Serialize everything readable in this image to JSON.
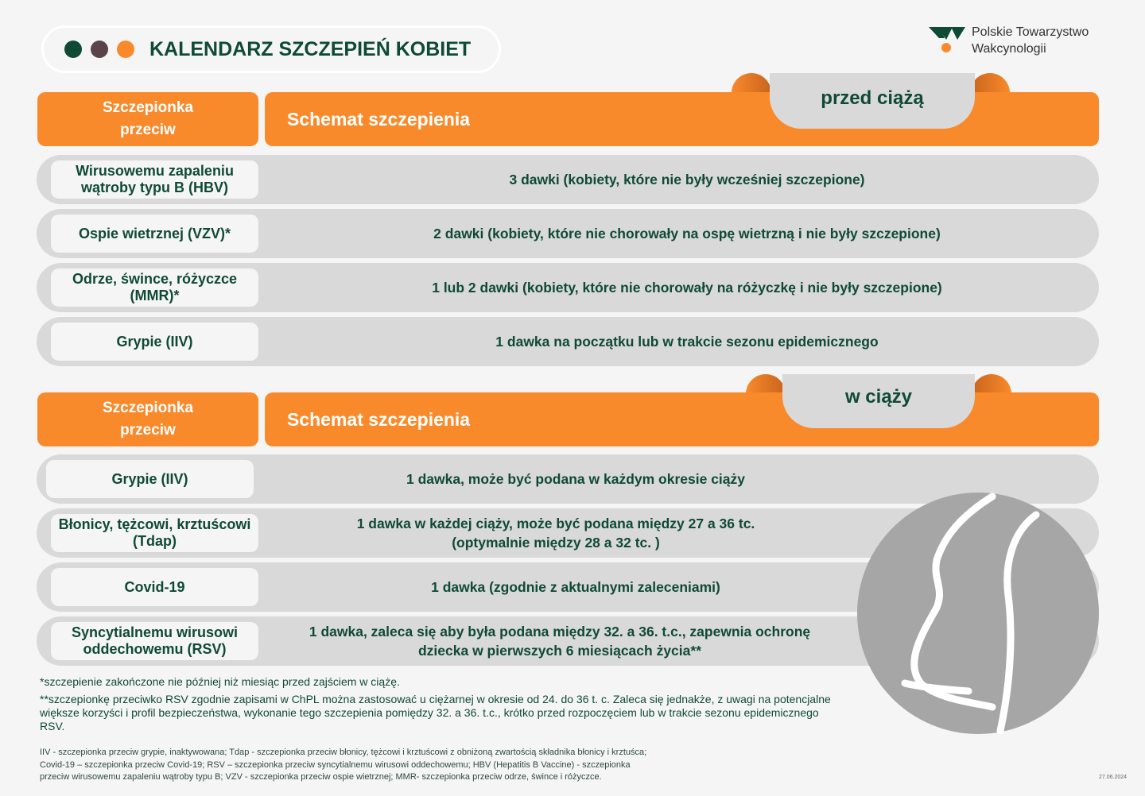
{
  "header": {
    "title": "KALENDARZ SZCZEPIEŃ KOBIET",
    "dots": [
      "#0f4a35",
      "#5a4349",
      "#f98a2b"
    ]
  },
  "logo": {
    "line1": "Polskie Towarzystwo",
    "line2": "Wakcynologii"
  },
  "colors": {
    "orange": "#f98a2b",
    "green": "#0f4a35",
    "gray": "#d9d9d9"
  },
  "sections": [
    {
      "tab": "przed ciążą",
      "col1": "Szczepionka przeciw",
      "col2": "Schemat szczepienia",
      "rows": [
        {
          "vaccine": "Wirusowemu zapaleniu wątroby typu B (HBV)",
          "schedule": "3 dawki (kobiety, które nie były wcześniej szczepione)"
        },
        {
          "vaccine": "Ospie wietrznej (VZV)*",
          "schedule": "2 dawki (kobiety, które nie chorowały na ospę wietrzną i nie były szczepione)"
        },
        {
          "vaccine": "Odrze, śwince, różyczce (MMR)*",
          "schedule": "1 lub 2 dawki (kobiety, które nie chorowały na różyczkę i nie były szczepione)"
        },
        {
          "vaccine": "Grypie (IIV)",
          "schedule": "1 dawka na początku lub w trakcie sezonu epidemicznego"
        }
      ]
    },
    {
      "tab": "w ciąży",
      "col1": "Szczepionka przeciw",
      "col2": "Schemat szczepienia",
      "rows": [
        {
          "vaccine": "Grypie (IIV)",
          "schedule": "1 dawka, może być podana w każdym okresie ciąży"
        },
        {
          "vaccine": "Błonicy, tężcowi, krztuścowi (Tdap)",
          "schedule": "1 dawka w każdej ciąży, może być podana między 27 a 36 tc. (optymalnie między 28 a 32 tc. )"
        },
        {
          "vaccine": "Covid-19",
          "schedule": "1 dawka (zgodnie z aktualnymi zaleceniami)"
        },
        {
          "vaccine": "Syncytialnemu wirusowi oddechowemu (RSV)",
          "schedule": "1 dawka, zaleca się aby była podana między 32. a 36. t.c., zapewnia ochronę dziecka w pierwszych 6 miesiącach życia**"
        }
      ]
    }
  ],
  "footnotes": [
    "*szczepienie zakończone nie później niż miesiąc przed zajściem w ciążę.",
    "**szczepionkę przeciwko RSV zgodnie zapisami w ChPL można zastosować u ciężarnej w okresie od 24. do 36 t. c. Zaleca się jednakże, z uwagi na potencjalne większe korzyści i profil bezpieczeństwa, wykonanie tego szczepienia pomiędzy 32. a 36. t.c., krótko przed rozpoczęciem lub w trakcie sezonu epidemicznego RSV."
  ],
  "abbreviations": [
    "IIV - szczepionka przeciw grypie, inaktywowana; Tdap - szczepionka przeciw błonicy, tężcowi i krztuścowi z obniżoną zwartością składnika błonicy i krztuśca;",
    "Covid-19 – szczepionka przeciw Covid-19; RSV – szczepionka przeciw syncytialnemu wirusowi oddechowemu; HBV (Hepatitis B Vaccine) - szczepionka",
    "przeciw  wirusowemu zapaleniu wątroby typu B; VZV - szczepionka przeciw ospie wietrznej; MMR- szczepionka przeciw odrze, śwince i różyczce."
  ],
  "date": "27.06.2024"
}
